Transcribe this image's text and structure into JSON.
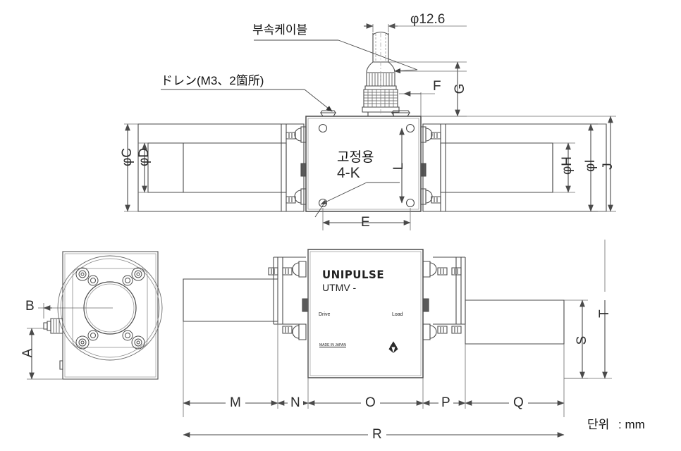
{
  "drawing": {
    "title_note": "",
    "unit_note": "단위  : mm",
    "unit_label": "단위",
    "unit_value": "mm",
    "annotations": {
      "cable": "부속케이블",
      "drain": "ドレン(M3、2箇所)",
      "mount_line1": "고정용",
      "mount_line2": "4-K"
    },
    "dimensions": {
      "phi_cable": "φ12.6",
      "A": "A",
      "B": "B",
      "C": "φC",
      "D": "φD",
      "E": "E",
      "F": "F",
      "G": "G",
      "H": "φH",
      "I": "φI",
      "J": "J",
      "L": "L",
      "M": "M",
      "N": "N",
      "O": "O",
      "P": "P",
      "Q": "Q",
      "R": "R",
      "S": "S",
      "T": "T"
    },
    "nameplate": {
      "brand": "UNIPULSE",
      "model": "UTMV -",
      "drive_label": "Drive",
      "load_label": "Load",
      "origin": "MADE IN JAPAN",
      "logo": "recycle-mark"
    }
  },
  "colors": {
    "line": "#4a4a4a",
    "thin": "#7a7a7a",
    "text": "#1a1a1a",
    "accent": "#d98030"
  }
}
